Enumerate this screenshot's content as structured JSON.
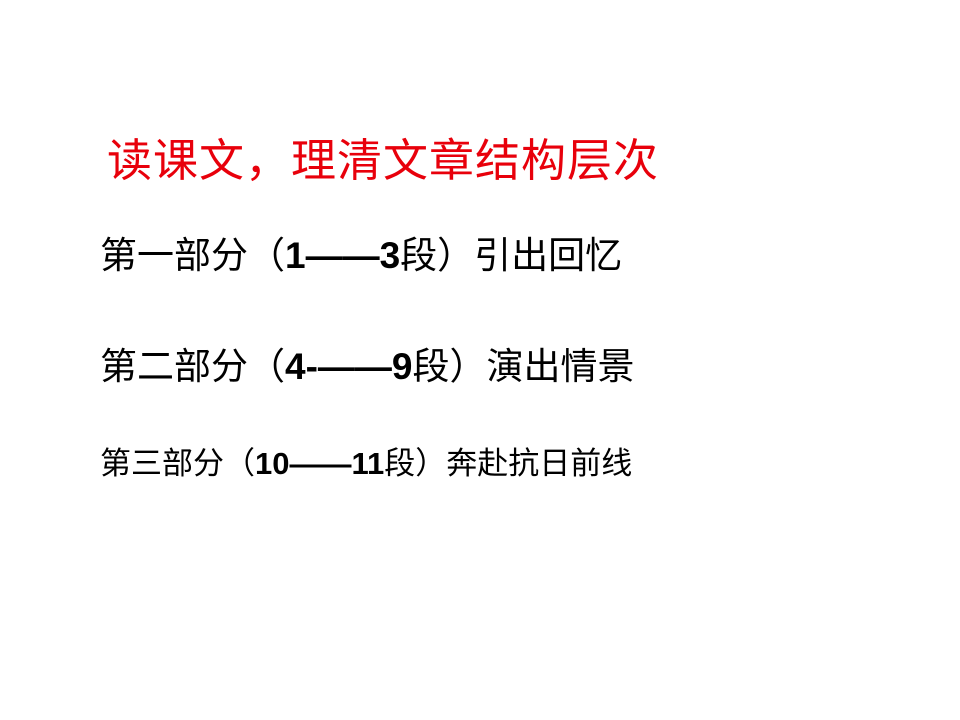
{
  "slide": {
    "title": "读课文，理清文章结构层次",
    "title_color": "#e8000b",
    "parts": [
      {
        "prefix": "第一部分（",
        "range_start": "1",
        "dash": "——",
        "range_end": "3",
        "suffix": "段）引出回忆"
      },
      {
        "prefix": "第二部分（",
        "range_start": "4-",
        "dash": "——",
        "range_end": "9",
        "suffix": "段）演出情景"
      },
      {
        "prefix": "第三部分（",
        "range_start": "10",
        "dash": "——",
        "range_end": "11",
        "suffix": "段）奔赴抗日前线"
      }
    ]
  }
}
